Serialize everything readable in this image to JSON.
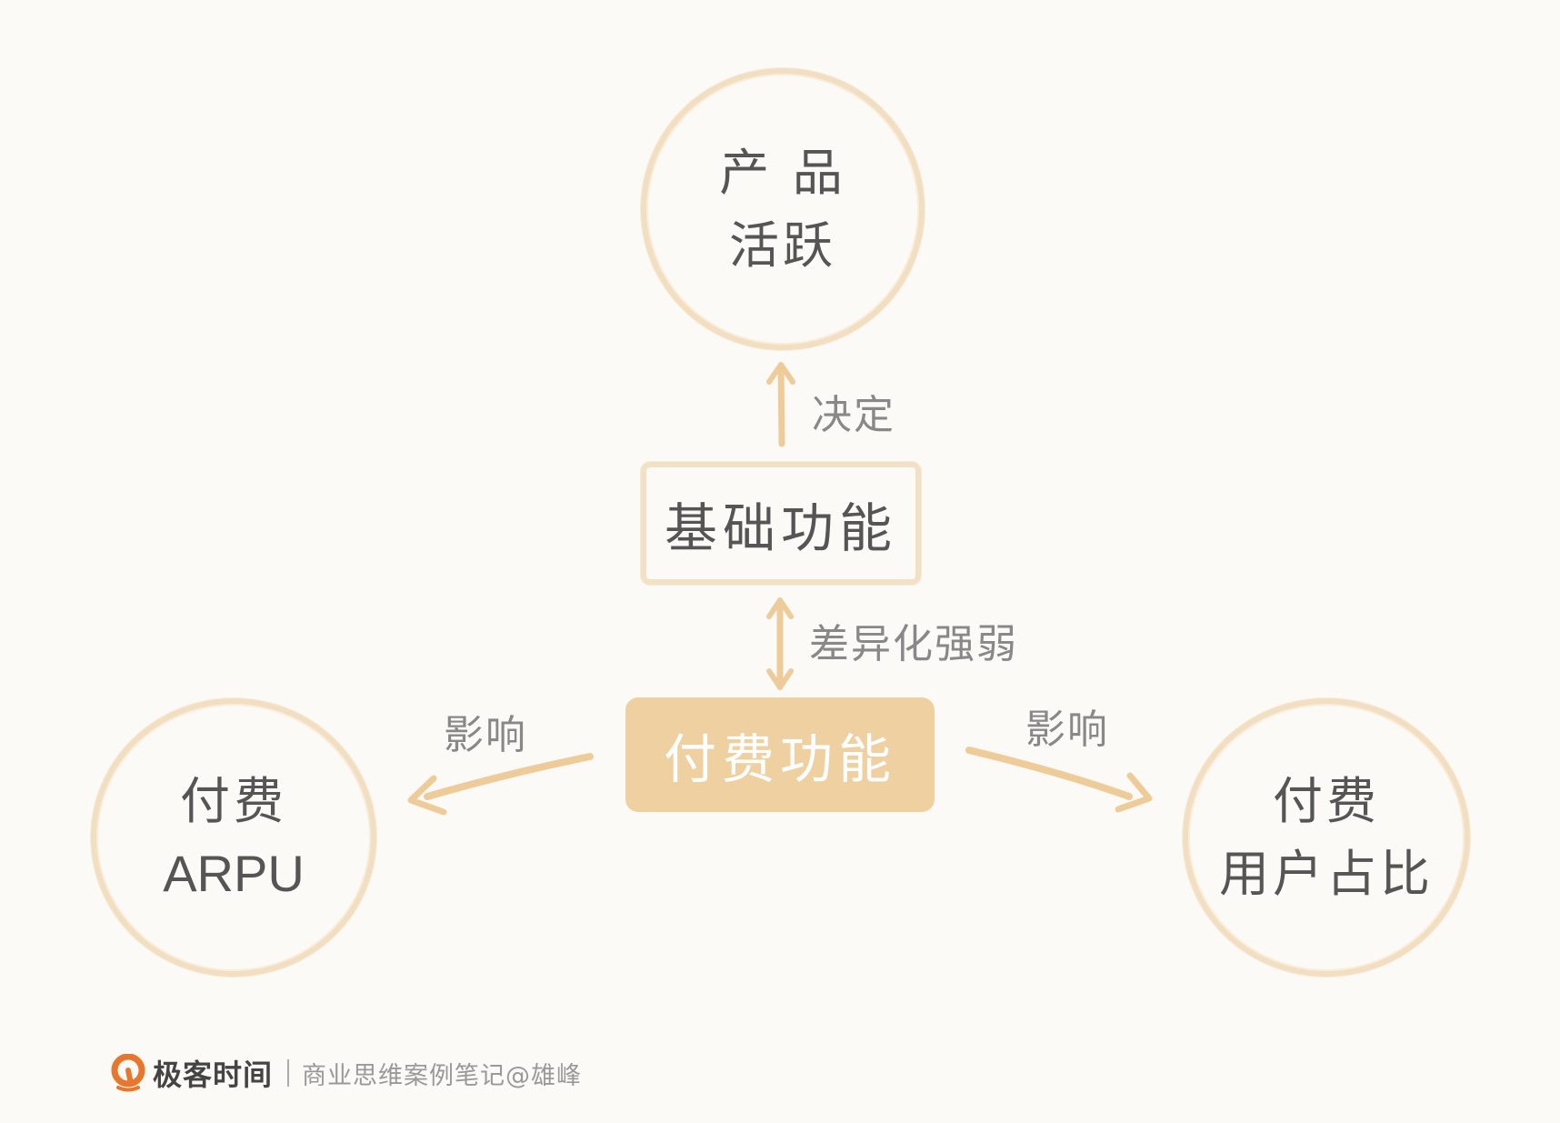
{
  "nodes": {
    "product_active": {
      "lines": [
        "产 品",
        "活跃"
      ]
    },
    "basic_feature": {
      "label": "基础功能"
    },
    "paid_feature": {
      "label": "付费功能"
    },
    "paid_arpu": {
      "lines": [
        "付费",
        "ARPU"
      ]
    },
    "paid_user_ratio": {
      "lines": [
        "付费",
        "用户占比"
      ]
    }
  },
  "edges": {
    "basic_to_product": {
      "label": "决定",
      "direction": "up"
    },
    "basic_paid": {
      "label": "差异化强弱",
      "direction": "both"
    },
    "paid_to_arpu": {
      "label": "影响",
      "direction": "left"
    },
    "paid_to_ratio": {
      "label": "影响",
      "direction": "right"
    }
  },
  "footer": {
    "brand": "极客时间",
    "credit": "商业思维案例笔记@雄峰",
    "logo_icon": "geektime-logo-icon"
  },
  "colors": {
    "background": "#FCFAF6",
    "accent": "#EFD0A1",
    "stroke": "#EDCC9A",
    "text": "#555555",
    "label": "#888888",
    "logo": "#E8762D"
  }
}
